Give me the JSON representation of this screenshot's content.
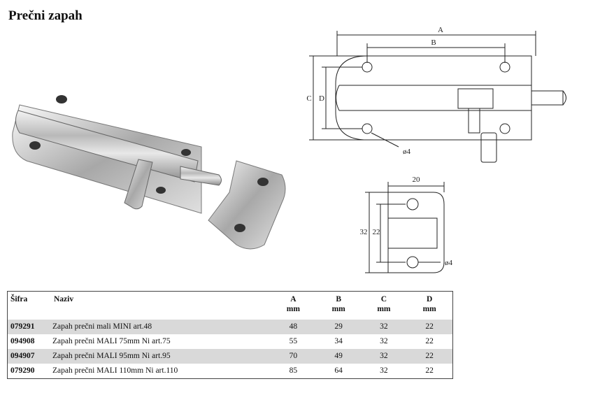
{
  "title": "Prečni zapah",
  "drawing": {
    "main_labels": {
      "A": "A",
      "B": "B",
      "C": "C",
      "D": "D",
      "hole": "ø4"
    },
    "strike_labels": {
      "width": "20",
      "height_outer": "32",
      "height_inner": "22",
      "hole": "ø4"
    }
  },
  "table": {
    "headers": {
      "code": "Šifra",
      "name": "Naziv",
      "a": "A",
      "a_unit": "mm",
      "b": "B",
      "b_unit": "mm",
      "c": "C",
      "c_unit": "mm",
      "d": "D",
      "d_unit": "mm"
    },
    "rows": [
      {
        "code": "079291",
        "name": "Zapah prečni mali MINI art.48",
        "a": "48",
        "b": "29",
        "c": "32",
        "d": "22"
      },
      {
        "code": "094908",
        "name": "Zapah prečni MALI  75mm Ni art.75",
        "a": "55",
        "b": "34",
        "c": "32",
        "d": "22"
      },
      {
        "code": "094907",
        "name": "Zapah prečni MALI  95mm Ni art.95",
        "a": "70",
        "b": "49",
        "c": "32",
        "d": "22"
      },
      {
        "code": "079290",
        "name": "Zapah prečni MALI 110mm Ni art.110",
        "a": "85",
        "b": "64",
        "c": "32",
        "d": "22"
      }
    ]
  }
}
